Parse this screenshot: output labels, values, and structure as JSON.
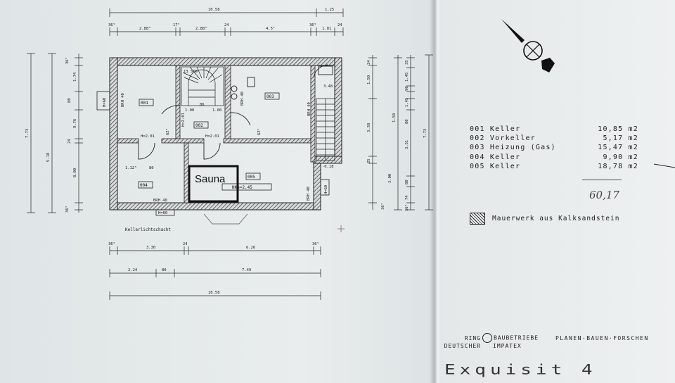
{
  "floor_plan": {
    "sauna_label": "Sauna",
    "room_codes": [
      "001",
      "002",
      "003",
      "004",
      "005"
    ],
    "window_labels": [
      "H=60",
      "H=60",
      "H=60"
    ],
    "sill_labels": [
      "BRH 40",
      "BRH 40",
      "BRH 40",
      "BRH 40",
      "BRH 40"
    ],
    "door_heights": [
      "H=2.01",
      "H=2.01",
      "H=2.01"
    ],
    "cellar_shaft_label": "Kellerlichtschacht",
    "sauna_box_label": "NKe=2.45",
    "stair_label": "13 STG",
    "level_label": "-0,18",
    "dims": {
      "top_total": "10.58",
      "top_right": "1.25",
      "top_segments": [
        "36⁵",
        "2.88⁵",
        "17⁵",
        "2.88⁵",
        "24",
        "4.5⁵",
        "36⁵",
        "1.01",
        "24"
      ],
      "bottom_row1": [
        "36⁵",
        "3.30",
        "24",
        "6.26",
        "36⁵"
      ],
      "bottom_row2": [
        "2.24",
        "80",
        "7.49"
      ],
      "bottom_total": "10.58",
      "left_total": "7.73",
      "left_inner": "5.18",
      "left_segments": [
        "36⁵",
        "1.74",
        "80",
        "9.76",
        "24",
        "8.00",
        "36⁵"
      ],
      "right_total": "7.73",
      "right_segments": [
        "24",
        "1.50",
        "3.38",
        "25",
        "3.00",
        "36⁵"
      ],
      "right2_segments": [
        "35",
        "1.45",
        "90",
        "1.45",
        "80",
        "3.51",
        "80",
        "74",
        "36⁵"
      ],
      "inner_dims": [
        "1.00",
        "1.00",
        "1.12⁵",
        "80",
        "3.48",
        "86",
        "62⁵",
        "62⁵"
      ]
    }
  },
  "room_schedule": [
    {
      "code": "001",
      "name": "Keller",
      "area": "10,85 m2"
    },
    {
      "code": "002",
      "name": "Vorkeller",
      "area": "5,17 m2"
    },
    {
      "code": "003",
      "name": "Heizung (Gas)",
      "area": "15,47 m2"
    },
    {
      "code": "004",
      "name": "Keller",
      "area": "9,90 m2"
    },
    {
      "code": "005",
      "name": "Keller",
      "area": "18,78 m2"
    }
  ],
  "total_note": "60,17",
  "material_legend": "Mauerwerk aus Kalksandstein",
  "company": {
    "line1_left": "RING",
    "line1_right": "BAUBETRIEBE",
    "line2_left": "DEUTSCHER",
    "line2_right": "IMPATEX",
    "slogan": "PLANEN·BAUEN·FORSCHEN"
  },
  "title": "Exquisit 4"
}
